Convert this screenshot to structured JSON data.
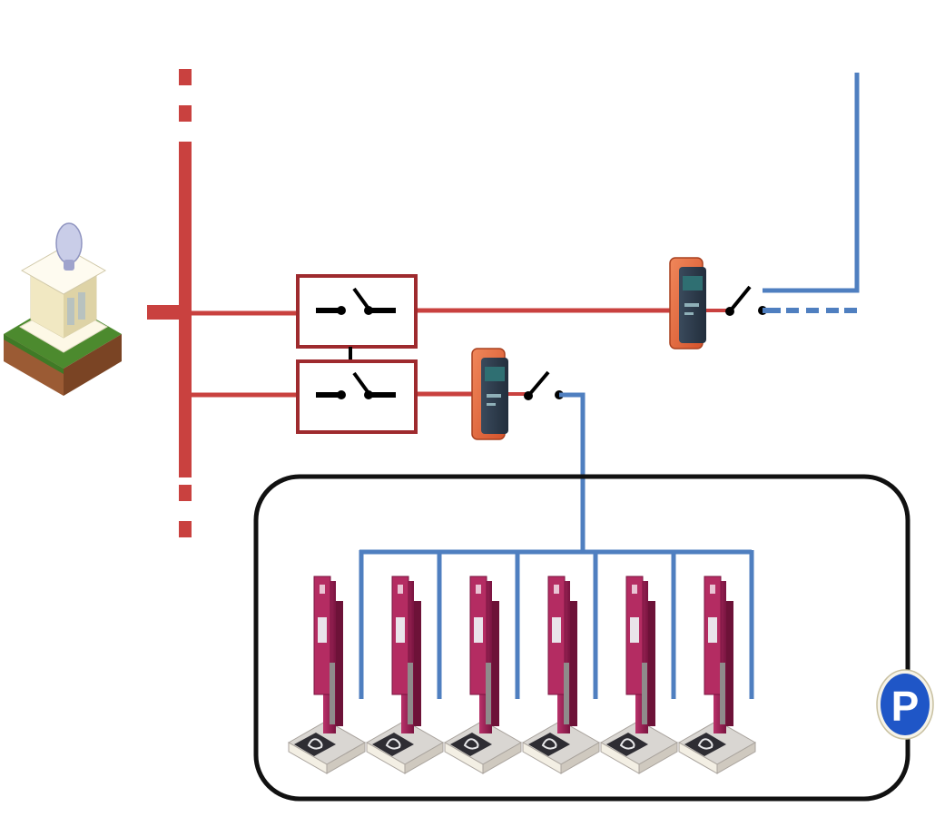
{
  "diagram": {
    "title": "",
    "colors": {
      "grid_line": "#c9413f",
      "breaker_box": "#9e2a2e",
      "dc_line": "#4f7fc0",
      "lot_border": "#111111",
      "parking_sign": "#1f56c7",
      "charger_body": "#9a1f52"
    },
    "nodes": {
      "substation": {
        "label": "",
        "icon": "substation-with-antenna-icon"
      },
      "main_bus": {
        "label": "",
        "style": "dashed-ends"
      },
      "breaker_1": {
        "label": "",
        "icon": "switch-open-icon"
      },
      "breaker_2": {
        "label": "",
        "icon": "switch-open-icon"
      },
      "converter_1": {
        "label": "",
        "icon": "power-converter-icon"
      },
      "converter_2": {
        "label": "",
        "icon": "power-converter-icon"
      },
      "parking_sign": {
        "label": "P",
        "icon": "parking-sign-icon"
      }
    },
    "chargers": [
      {
        "id": 1,
        "icon": "ev-charging-station-icon"
      },
      {
        "id": 2,
        "icon": "ev-charging-station-icon"
      },
      {
        "id": 3,
        "icon": "ev-charging-station-icon"
      },
      {
        "id": 4,
        "icon": "ev-charging-station-icon"
      },
      {
        "id": 5,
        "icon": "ev-charging-station-icon"
      },
      {
        "id": 6,
        "icon": "ev-charging-station-icon"
      }
    ]
  }
}
